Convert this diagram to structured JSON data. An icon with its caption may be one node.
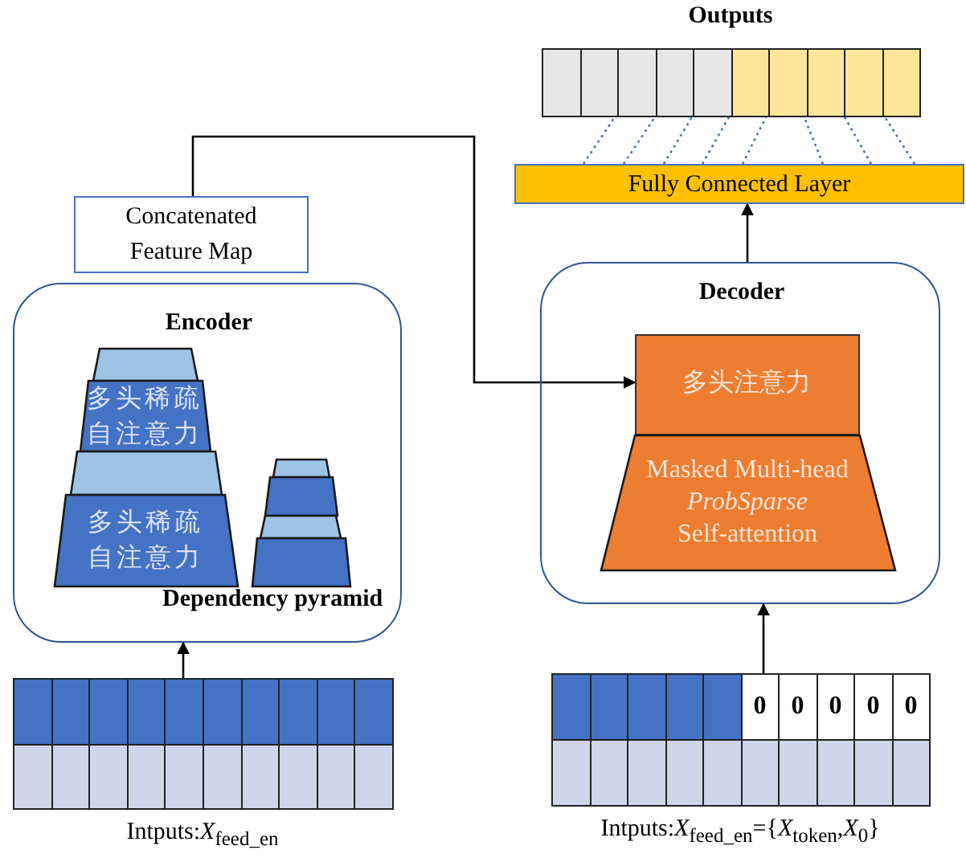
{
  "diagram": {
    "nodes": [
      {
        "text": [
          "Outputs"
        ]
      },
      {
        "text": [
          "Fully Connected Layer"
        ]
      },
      {
        "text": [
          "Concatenated Feature Map"
        ]
      },
      {
        "text": [
          "Encoder",
          "Dependency pyramid"
        ]
      },
      {
        "text": [],
        "shape": "trapezoid",
        "in": 3
      },
      {
        "text": [
          "多头稀疏自注意力"
        ],
        "in": 3
      },
      {
        "text": [],
        "shape": "trapezoid",
        "in": 3
      },
      {
        "text": [
          "多头稀疏自注意力"
        ],
        "in": 3
      },
      {
        "text": [],
        "shape": "trapezoid",
        "in": 3
      },
      {
        "text": [],
        "shape": "trapezoid",
        "in": 3
      },
      {
        "text": [],
        "shape": "trapezoid",
        "in": 3
      },
      {
        "text": [],
        "shape": "trapezoid",
        "in": 3
      },
      {
        "text": [
          "Decoder"
        ]
      },
      {
        "text": [
          "多头注意力"
        ],
        "in": 12
      },
      {
        "text": [
          "Masked Multi-head *ProbSparse* Self-attention"
        ],
        "in": 12
      },
      {
        "text": [],
        "shape": "box",
        "beside": [
          "Intputs:*X*$_{feed_en}$"
        ]
      },
      {
        "text": [],
        "shape": "box",
        "beside": [
          "Intputs:*X*$_{feed_en}$={*X*$_{token}$,*X*$_{0}$}"
        ]
      }
    ],
    "edges": [
      {
        "from": 15,
        "to": 3,
        "arrow": "to",
        "color": "#000000"
      },
      {
        "from": 2,
        "to": 13,
        "arrow": "to",
        "color": "#000000"
      },
      {
        "from": 16,
        "to": 12,
        "arrow": "to",
        "color": "#000000"
      },
      {
        "from": 12,
        "to": 1,
        "arrow": "to",
        "color": "#000000"
      },
      {
        "from": 1,
        "to": 0,
        "arrow": "none",
        "style": "dashed",
        "color": "#4472c4"
      },
      {
        "from": 1,
        "to": 0,
        "arrow": "none",
        "style": "dashed",
        "color": "#4472c4"
      },
      {
        "from": 1,
        "to": 0,
        "arrow": "none",
        "style": "dashed",
        "color": "#4472c4"
      },
      {
        "from": 1,
        "to": 0,
        "arrow": "none",
        "style": "dashed",
        "color": "#4472c4"
      },
      {
        "from": 1,
        "to": 0,
        "arrow": "none",
        "style": "dashed",
        "color": "#4472c4"
      },
      {
        "from": 1,
        "to": 0,
        "arrow": "none",
        "style": "dashed",
        "color": "#4472c4"
      },
      {
        "from": 1,
        "to": 0,
        "arrow": "none",
        "style": "dashed",
        "color": "#4472c4"
      },
      {
        "from": 1,
        "to": 0,
        "arrow": "none",
        "style": "dashed",
        "color": "#4472c4"
      }
    ],
    "labels": [
      "0",
      "0",
      "0",
      "0",
      "0"
    ]
  }
}
